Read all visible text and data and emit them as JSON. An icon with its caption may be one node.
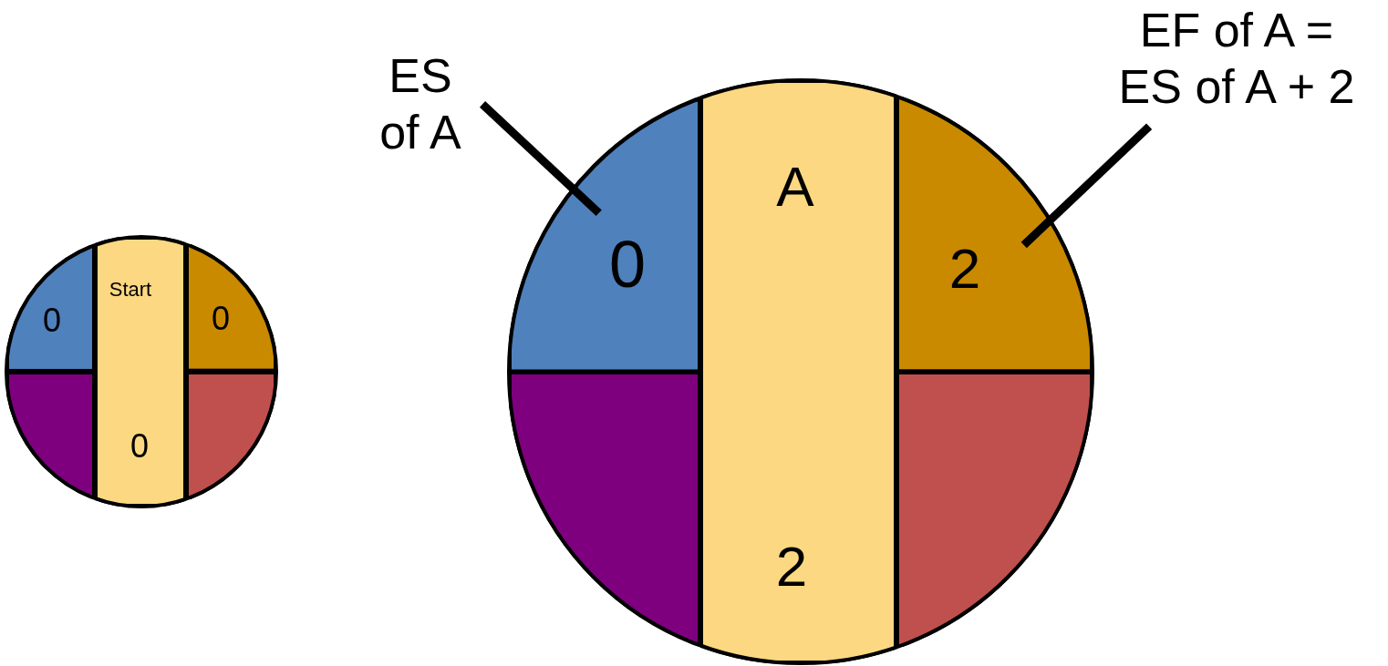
{
  "diagram": {
    "nodes": [
      {
        "text": [],
        "shape": "circle"
      },
      {
        "text": [
          "0"
        ],
        "in": 0
      },
      {
        "text": [
          "Start",
          "0"
        ],
        "in": 0
      },
      {
        "text": [
          "0"
        ],
        "in": 0
      },
      {
        "text": [],
        "shape": "sector",
        "in": 0
      },
      {
        "text": [],
        "shape": "sector",
        "in": 0
      },
      {
        "text": [],
        "shape": "circle"
      },
      {
        "text": [
          "0"
        ],
        "in": 6
      },
      {
        "text": [
          "A",
          "2"
        ],
        "in": 6
      },
      {
        "text": [
          "2"
        ],
        "in": 6
      },
      {
        "text": [],
        "shape": "sector",
        "in": 6
      },
      {
        "text": [],
        "shape": "sector",
        "in": 6
      },
      {
        "text": [
          "ES of A"
        ]
      },
      {
        "text": [
          "EF of A = ES of A + 2"
        ]
      }
    ],
    "edges": [
      {
        "from": 12,
        "to": 7,
        "arrow": "none"
      },
      {
        "from": 13,
        "to": 9,
        "arrow": "none"
      }
    ]
  }
}
